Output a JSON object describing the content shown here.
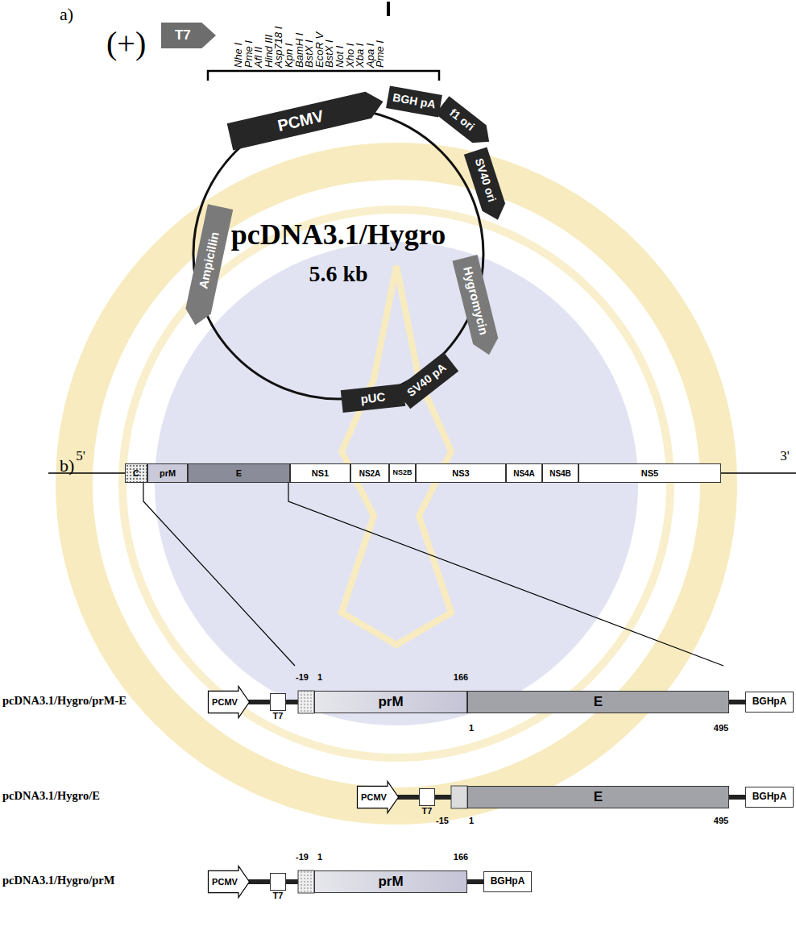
{
  "diagram": {
    "nodes": [
      {
        "text": [
          "T7"
        ]
      },
      {
        "text": [
          "PCMV"
        ]
      },
      {
        "text": [
          "BGH pA"
        ]
      },
      {
        "text": [
          "f1 ori"
        ]
      },
      {
        "text": [
          "SV40 ori"
        ]
      },
      {
        "text": [
          "Hygromycin"
        ]
      },
      {
        "text": [
          "SV40 pA"
        ]
      },
      {
        "text": [
          "pUC"
        ]
      },
      {
        "text": [
          "Ampicillin"
        ]
      },
      {
        "text": [
          "C"
        ]
      },
      {
        "text": [
          "prM"
        ]
      },
      {
        "text": [
          "E"
        ]
      },
      {
        "text": [
          "NS1"
        ]
      },
      {
        "text": [
          "NS2A"
        ]
      },
      {
        "text": [
          "NS2B"
        ]
      },
      {
        "text": [
          "NS3"
        ]
      },
      {
        "text": [
          "NS4A"
        ]
      },
      {
        "text": [
          "NS4B"
        ]
      },
      {
        "text": [
          "NS5"
        ]
      },
      {
        "text": [
          "PCMV"
        ]
      },
      {
        "text": [
          "T7"
        ]
      },
      {
        "text": [
          "prM"
        ]
      },
      {
        "text": [
          "E"
        ]
      },
      {
        "text": [
          "BGHpA"
        ]
      },
      {
        "text": [
          "PCMV"
        ]
      },
      {
        "text": [
          "T7"
        ]
      },
      {
        "text": [
          "E"
        ]
      },
      {
        "text": [
          "BGHpA"
        ]
      },
      {
        "text": [
          "PCMV"
        ]
      },
      {
        "text": [
          "T7"
        ]
      },
      {
        "text": [
          "prM"
        ]
      },
      {
        "text": [
          "BGHpA"
        ]
      }
    ],
    "labels": [
      "a)",
      "(+)",
      "Nhe I",
      "Pme I",
      "Afl II",
      "Hind III",
      "Asp718 I",
      "Kpn I",
      "BamH I",
      "BstX I",
      "EcoR V",
      "BstX I",
      "Not I",
      "Xho I",
      "Xba I",
      "Apa I",
      "Pme I",
      "pcDNA3.1/Hygro",
      "5.6 kb",
      "b)",
      "5'",
      "3'",
      "pcDNA3.1/Hygro/prM-E",
      "-19",
      "1",
      "166",
      "1",
      "495",
      "pcDNA3.1/Hygro/E",
      "-15",
      "1",
      "495",
      "pcDNA3.1/Hygro/prM",
      "-19",
      "1",
      "166"
    ]
  }
}
